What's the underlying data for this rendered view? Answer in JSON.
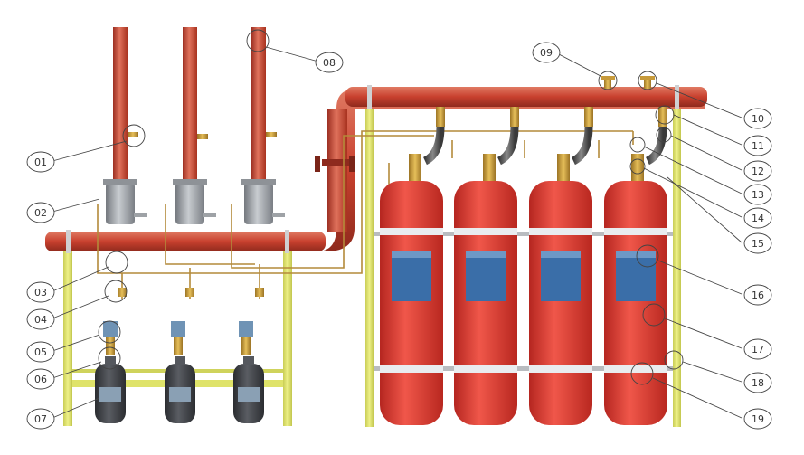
{
  "callouts": [
    "01",
    "02",
    "03",
    "04",
    "05",
    "06",
    "07",
    "08",
    "09",
    "10",
    "11",
    "12",
    "13",
    "14",
    "15",
    "16",
    "17",
    "18",
    "19"
  ],
  "colors": {
    "pipe": "#c8402e",
    "pipe_highlight": "#e07a63",
    "frame": "#dfe36a",
    "cylinder": "#e23a2f",
    "brass": "#c79a3a",
    "grey_valve": "#9a9ea3",
    "dark_cylinder": "#3b3d42"
  }
}
